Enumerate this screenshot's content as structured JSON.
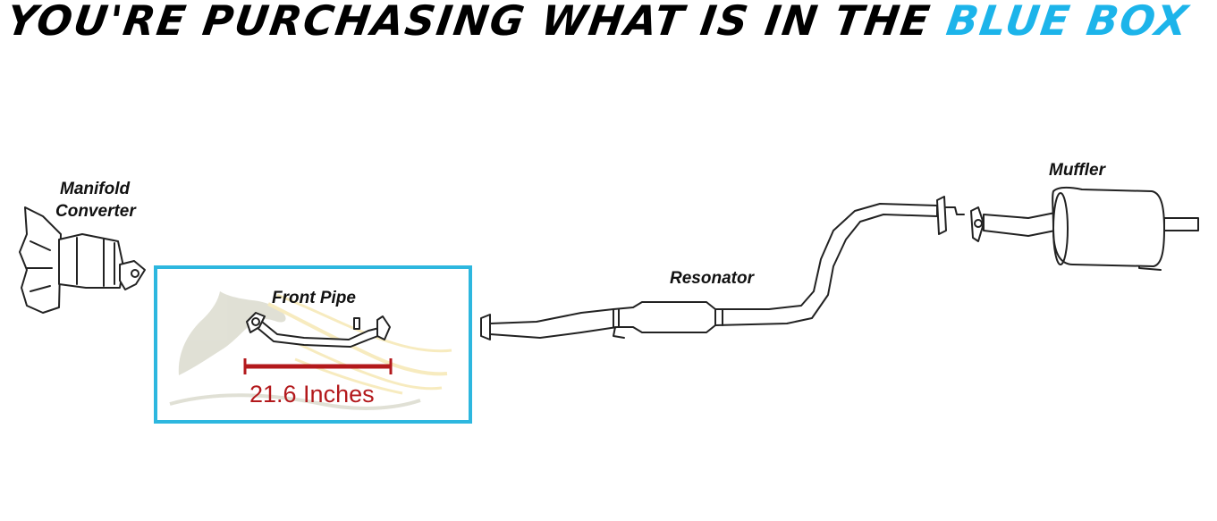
{
  "headline": {
    "prefix": "YOU'RE PURCHASING WHAT IS IN THE ",
    "accent": "BLUE BOX"
  },
  "colors": {
    "accent": "#1cb4ea",
    "highlight_box": "#2db7df",
    "measurement": "#b3191c",
    "line_art": "#222222"
  },
  "parts": {
    "manifold_converter": "Manifold\nConverter",
    "manifold_line1": "Manifold",
    "manifold_line2": "Converter",
    "front_pipe": "Front Pipe",
    "resonator": "Resonator",
    "muffler": "Muffler"
  },
  "measurement": {
    "label": "21.6 Inches",
    "value": 21.6,
    "unit": "Inches"
  },
  "watermark": "horse-head-logo"
}
